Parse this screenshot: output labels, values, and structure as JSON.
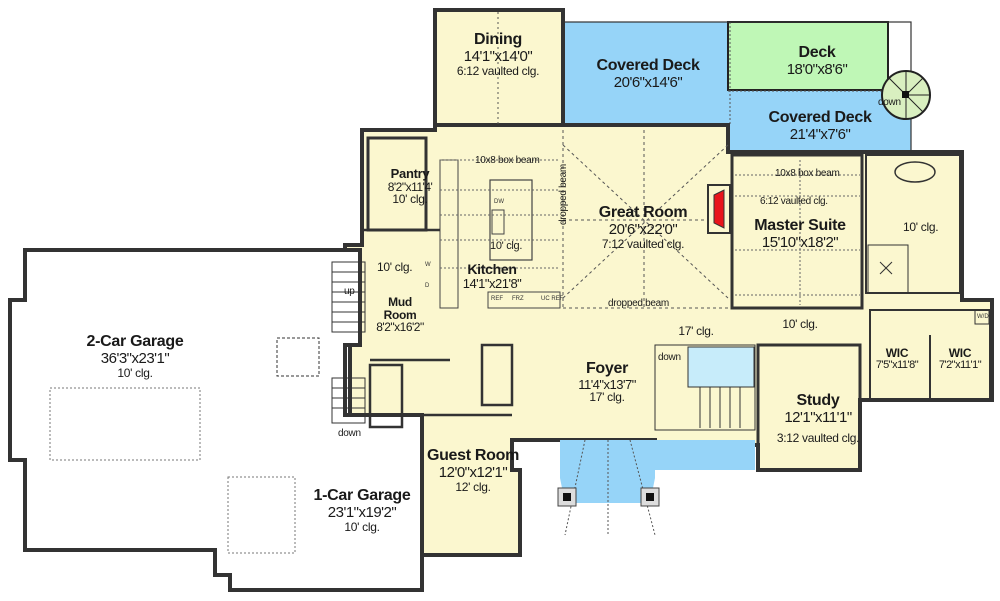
{
  "colors": {
    "interior": "#fbf7cf",
    "covered_deck": "#96d4f8",
    "deck": "#bff7b6",
    "garage": "#ffffff",
    "wall": "#3a3a3a",
    "fireplace": "#e8141b"
  },
  "rooms": {
    "dining": {
      "name": "Dining",
      "dims": "14'1\"x14'0\"",
      "ceiling": "6:12 vaulted clg."
    },
    "covered_deck_top": {
      "name": "Covered Deck",
      "dims": "20'6\"x14'6\""
    },
    "deck": {
      "name": "Deck",
      "dims": "18'0\"x8'6\""
    },
    "covered_deck_right": {
      "name": "Covered Deck",
      "dims": "21'4\"x7'6\""
    },
    "pantry": {
      "name": "Pantry",
      "dims": "8'2\"x11'4'",
      "ceiling": "10' clg."
    },
    "kitchen": {
      "name": "Kitchen",
      "dims": "14'1\"x21'8\"",
      "island_ceiling": "10' clg."
    },
    "great_room": {
      "name": "Great Room",
      "dims": "20'6\"x22'0\"",
      "ceiling": "7:12 vaulted clg."
    },
    "master_suite": {
      "name": "Master Suite",
      "dims": "15'10\"x18'2\"",
      "ceiling": "6:12 vaulted clg."
    },
    "master_bath": {
      "ceiling": "10' clg."
    },
    "mud_room": {
      "name1": "Mud",
      "name2": "Room",
      "dims": "8'2\"x16'2\"",
      "ceiling": "10' clg."
    },
    "garage_2car": {
      "name": "2-Car Garage",
      "dims": "36'3\"x23'1\"",
      "ceiling": "10' clg."
    },
    "garage_1car": {
      "name": "1-Car Garage",
      "dims": "23'1\"x19'2\"",
      "ceiling": "10' clg."
    },
    "guest_room": {
      "name": "Guest Room",
      "dims": "12'0\"x12'1\"",
      "ceiling": "12' clg."
    },
    "foyer": {
      "name": "Foyer",
      "dims": "11'4\"x13'7\"",
      "ceiling": "17' clg."
    },
    "study": {
      "name": "Study",
      "dims": "12'1\"x11'1\"",
      "ceiling": "3:12 vaulted clg."
    },
    "wic_left": {
      "name": "WIC",
      "dims": "7'5\"x11'8\""
    },
    "wic_right": {
      "name": "WIC",
      "dims": "7'2\"x11'1\""
    },
    "hall": {
      "ceiling_left": "17' clg.",
      "ceiling_right": "10' clg."
    }
  },
  "annotations": {
    "box_beam_kitchen": "10x8 box beam",
    "box_beam_master": "10x8 box beam",
    "dropped_beam_vertical": "dropped beam",
    "dropped_beam_horizontal": "dropped beam",
    "stairs_up": "up",
    "stairs_down_garage": "down",
    "stairs_down_foyer": "down",
    "stairs_down_spiral": "down",
    "appliances": {
      "dw": "DW",
      "ref": "REF",
      "frz": "FRZ",
      "uc_ref": "UC REF",
      "washer": "W",
      "dryer": "D",
      "wd": "W/D"
    }
  }
}
